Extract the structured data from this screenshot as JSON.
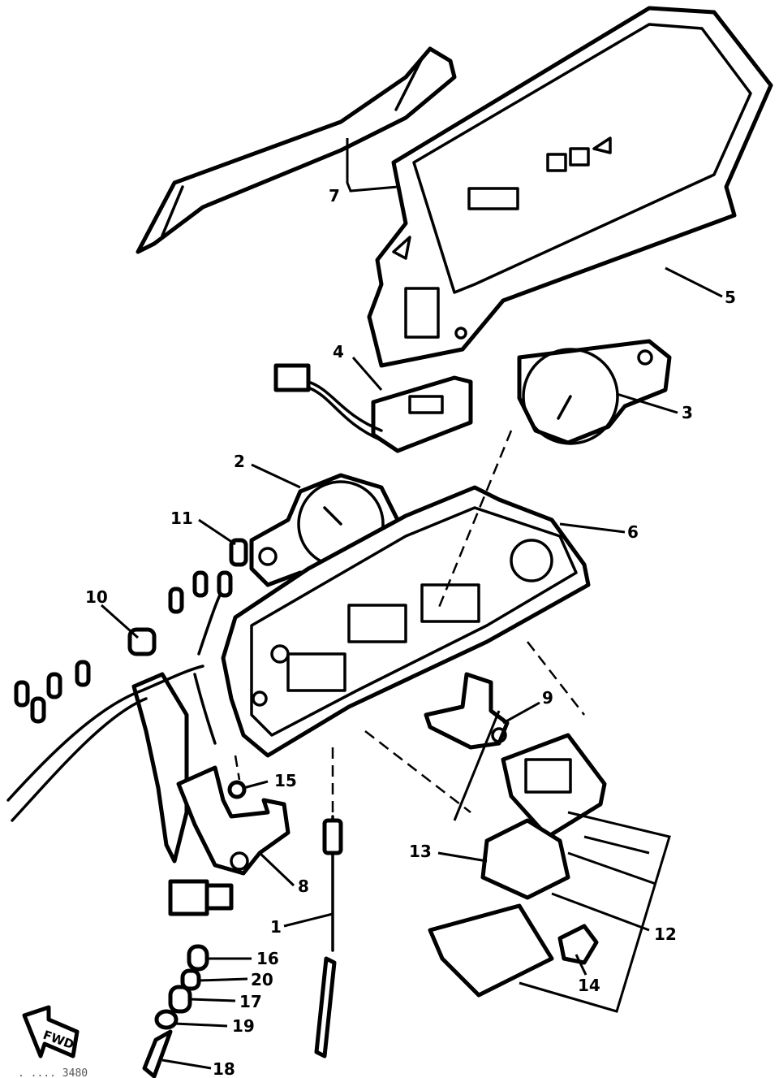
{
  "figure_code": ". .... 3480",
  "fwd_label": "FWD",
  "callouts": [
    "1",
    "2",
    "3",
    "4",
    "5",
    "6",
    "7",
    "8",
    "9",
    "10",
    "11",
    "12",
    "13",
    "14",
    "15",
    "16",
    "17",
    "18",
    "19",
    "20"
  ],
  "colors": {
    "ink": "#000000",
    "paper": "#ffffff"
  }
}
